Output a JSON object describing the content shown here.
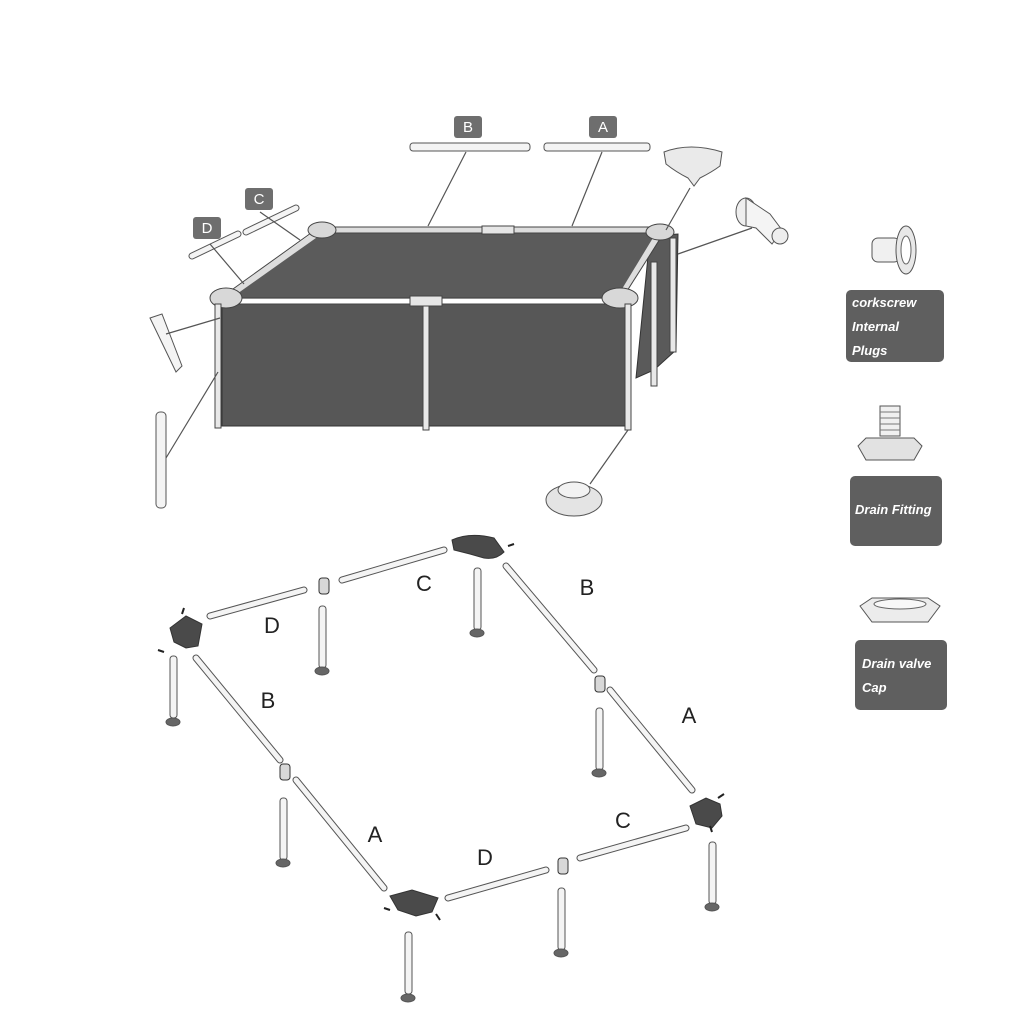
{
  "top_labels": {
    "a": "A",
    "b": "B",
    "c": "C",
    "d": "D"
  },
  "frame_labels": {
    "c_top": "C",
    "b_right": "B",
    "d_left": "D",
    "b_left": "B",
    "a_right": "A",
    "c_right": "C",
    "a_bottom": "A",
    "d_bottom": "D"
  },
  "parts": {
    "plugs": {
      "line1": "corkscrew",
      "line2": "Internal",
      "line3": "Plugs"
    },
    "drain_fitting": {
      "line1": "Drain Fitting"
    },
    "drain_cap": {
      "line1": "Drain valve",
      "line2": "Cap"
    }
  },
  "colors": {
    "liner": "#595959",
    "tag": "#6e6e6e",
    "card": "#5f5f5f"
  }
}
